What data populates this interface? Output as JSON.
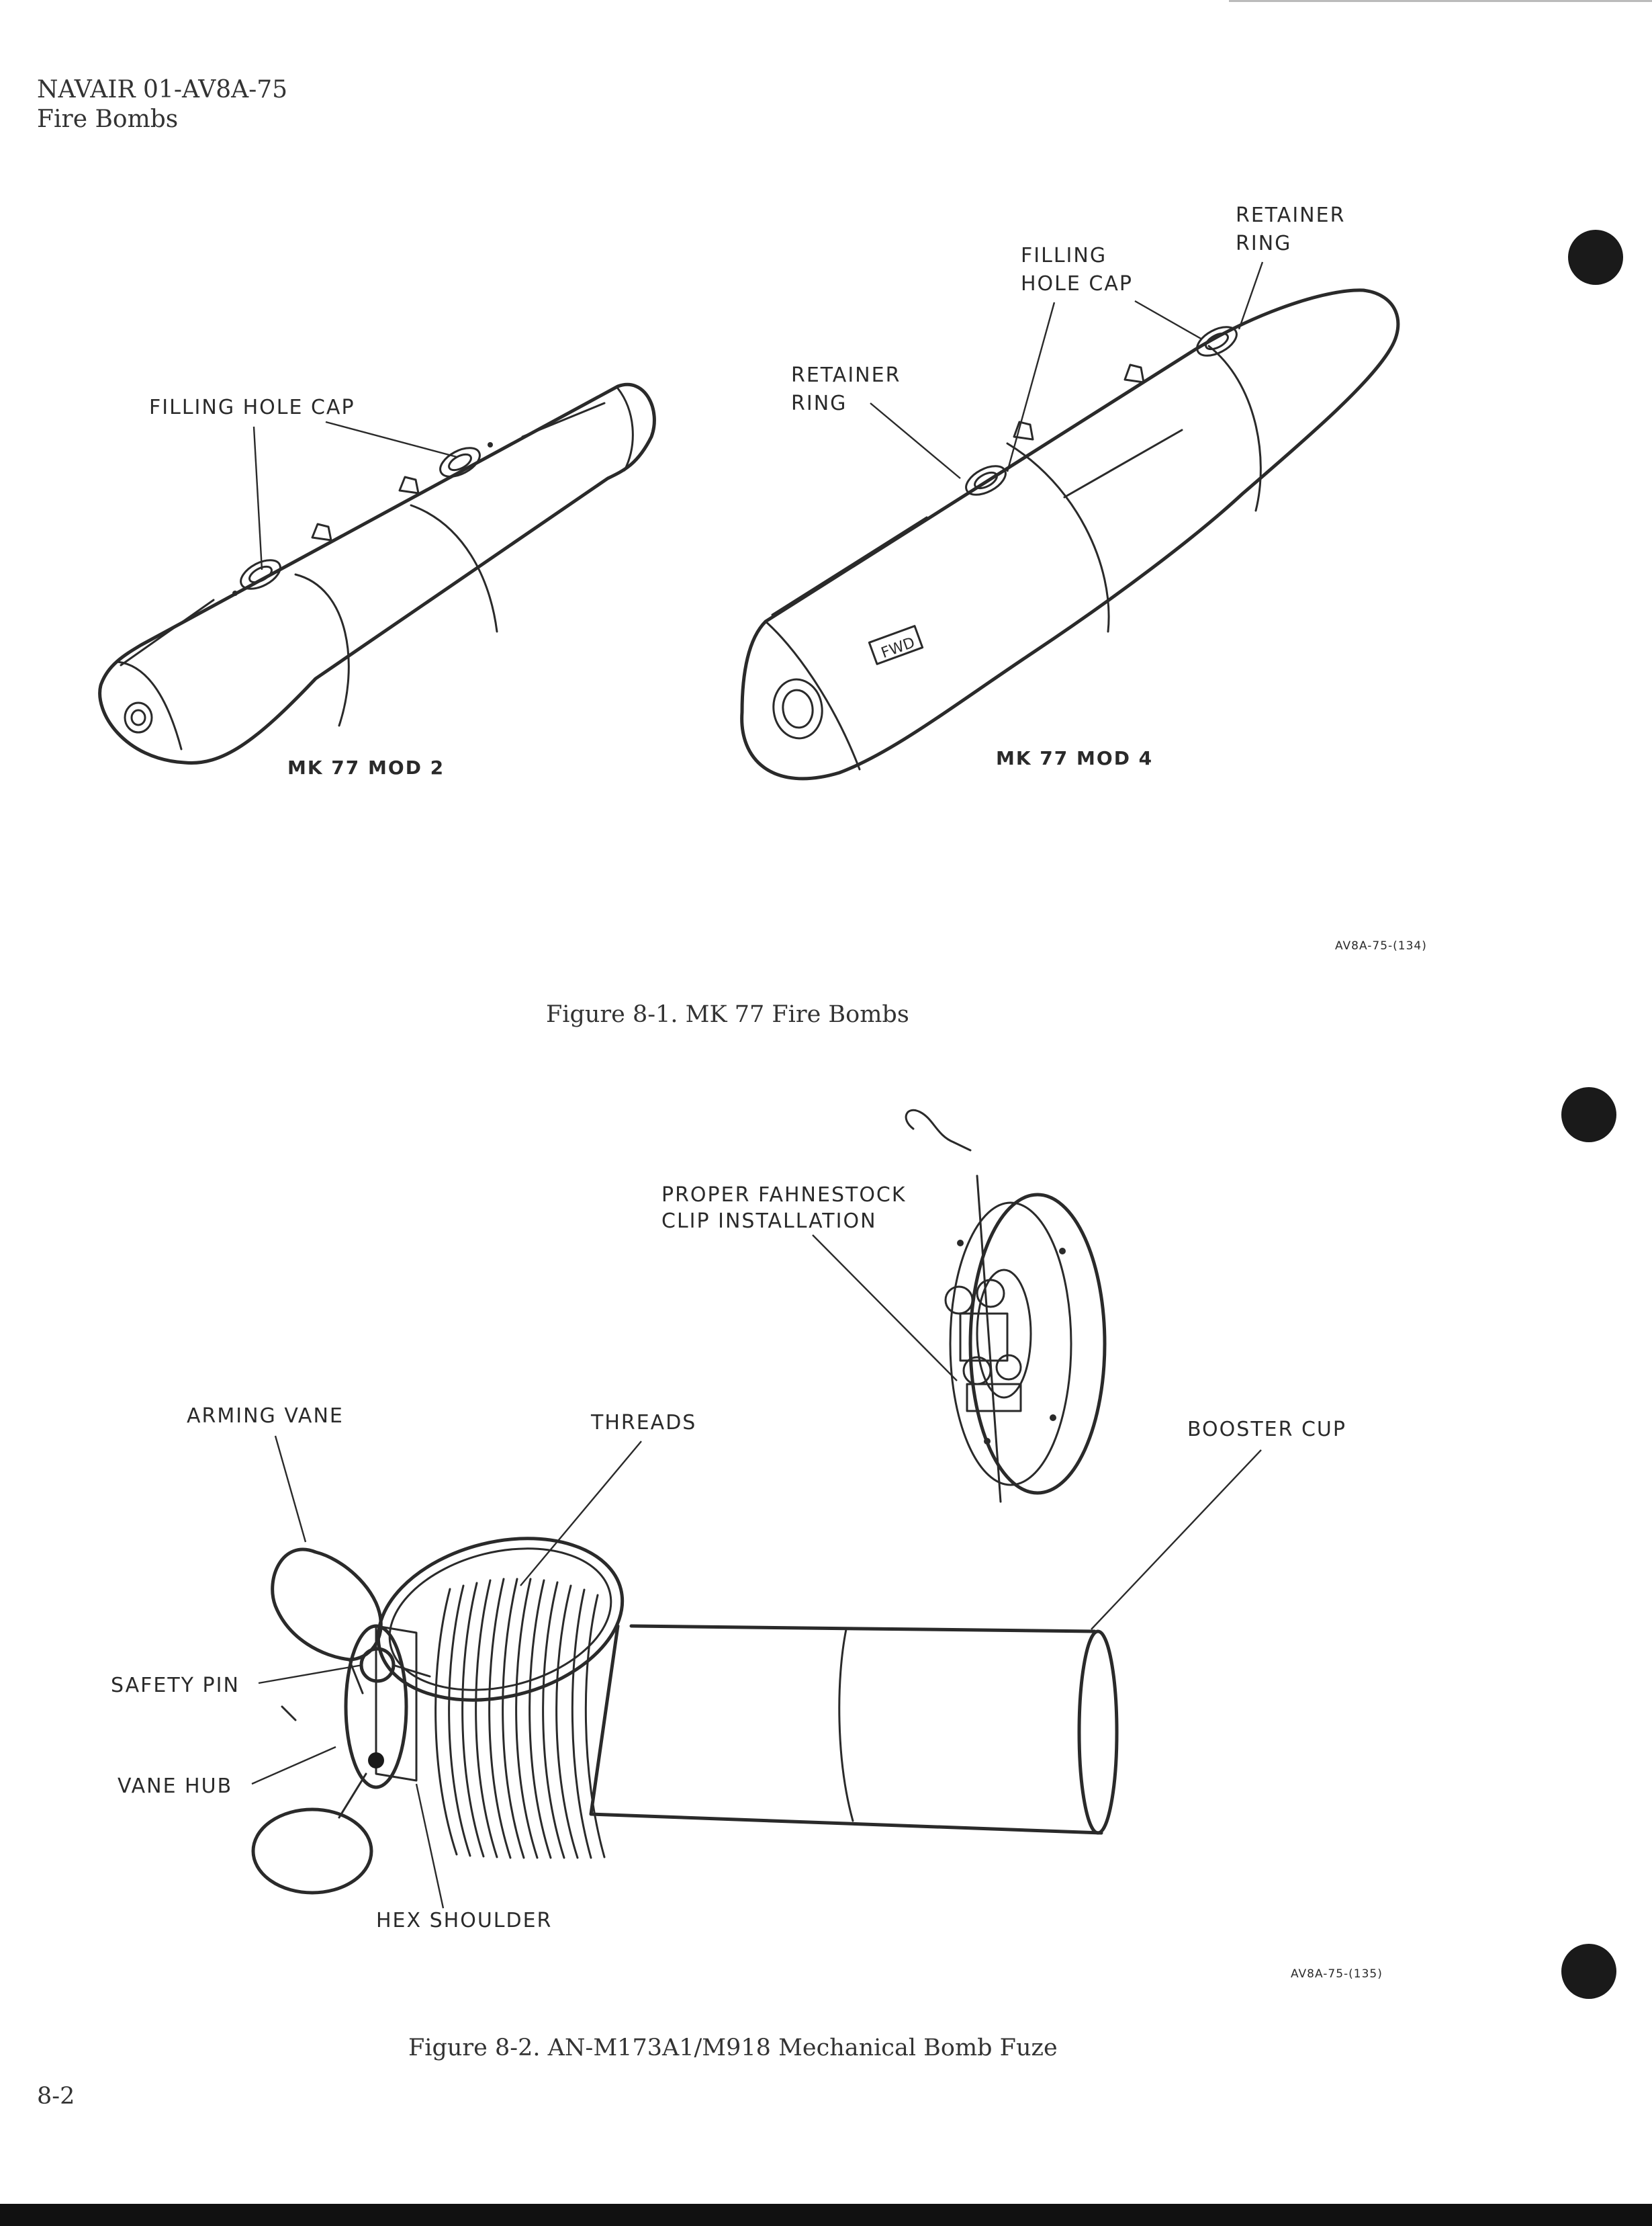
{
  "header": {
    "doc_number": "NAVAIR 01-AV8A-75",
    "section_title": "Fire Bombs"
  },
  "figure1": {
    "caption": "Figure 8-1.  MK 77 Fire Bombs",
    "drawing_code": "AV8A-75-(134)",
    "mod2": {
      "name": "MK 77 MOD 2",
      "label_filling_hole_cap": "FILLING HOLE CAP"
    },
    "mod4": {
      "name": "MK 77 MOD 4",
      "label_retainer_ring_left_1": "RETAINER",
      "label_retainer_ring_left_2": "RING",
      "label_filling_hole_cap_1": "FILLING",
      "label_filling_hole_cap_2": "HOLE CAP",
      "label_retainer_ring_right_1": "RETAINER",
      "label_retainer_ring_right_2": "RING",
      "fwd_marking": "FWD"
    }
  },
  "figure2": {
    "caption": "Figure 8-2.  AN-M173A1/M918 Mechanical Bomb Fuze",
    "drawing_code": "AV8A-75-(135)",
    "labels": {
      "fahnestock_1": "PROPER FAHNESTOCK",
      "fahnestock_2": "CLIP INSTALLATION",
      "arming_vane": "ARMING VANE",
      "threads": "THREADS",
      "booster_cup": "BOOSTER CUP",
      "safety_pin": "SAFETY PIN",
      "vane_hub": "VANE HUB",
      "hex_shoulder": "HEX SHOULDER"
    }
  },
  "footer": {
    "page_number": "8-2"
  }
}
